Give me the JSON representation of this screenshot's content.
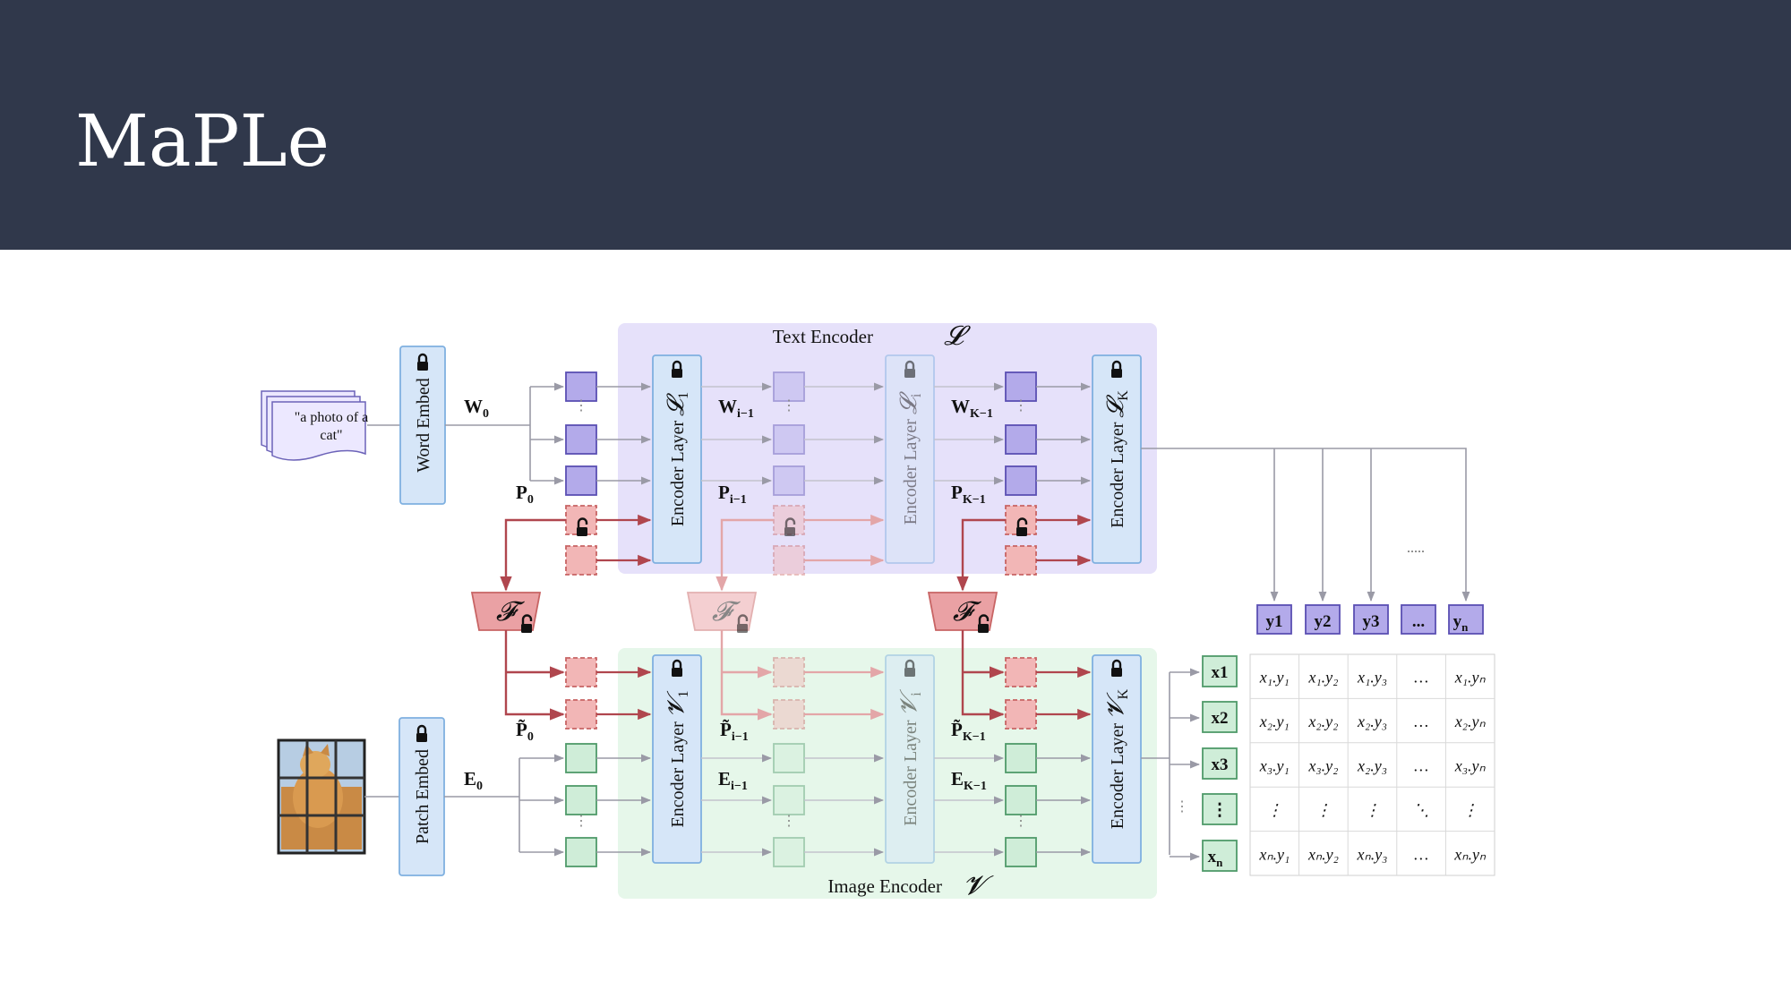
{
  "slide": {
    "title": "MaPLe"
  },
  "diagram": {
    "text_encoder_label": "Text Encoder",
    "text_encoder_symbol": "𝓛",
    "image_encoder_label": "Image Encoder",
    "image_encoder_symbol": "𝓥",
    "input_text": [
      "\"a photo of a",
      "cat\""
    ],
    "word_embed": "Word Embed",
    "patch_embed": "Patch Embed",
    "coupling_symbol": "𝓕",
    "text_layers": [
      {
        "label": "Encoder Layer ",
        "sym": "𝓛",
        "sub": "1"
      },
      {
        "label": "Encoder Layer ",
        "sym": "𝓛",
        "sub": "i"
      },
      {
        "label": "Encoder Layer ",
        "sym": "𝓛",
        "sub": "K"
      }
    ],
    "image_layers": [
      {
        "label": "Encoder Layer ",
        "sym": "𝓥",
        "sub": "1"
      },
      {
        "label": "Encoder Layer ",
        "sym": "𝓥",
        "sub": "i"
      },
      {
        "label": "Encoder Layer ",
        "sym": "𝓥",
        "sub": "K"
      }
    ],
    "text_token_labels": [
      {
        "base": "W",
        "sub": "0"
      },
      {
        "base": "W",
        "sub": "i−1"
      },
      {
        "base": "W",
        "sub": "K−1"
      }
    ],
    "text_prompt_labels": [
      {
        "base": "P",
        "sub": "0"
      },
      {
        "base": "P",
        "sub": "i−1"
      },
      {
        "base": "P",
        "sub": "K−1"
      }
    ],
    "image_prompt_labels": [
      {
        "base": "P̃",
        "sub": "0"
      },
      {
        "base": "P̃",
        "sub": "i−1"
      },
      {
        "base": "P̃",
        "sub": "K−1"
      }
    ],
    "image_token_labels": [
      {
        "base": "E",
        "sub": "0"
      },
      {
        "base": "E",
        "sub": "i−1"
      },
      {
        "base": "E",
        "sub": "K−1"
      }
    ],
    "text_outputs": [
      "y1",
      "y2",
      "y3",
      "...",
      "yn"
    ],
    "text_outputs_display": [
      {
        "base": "y1",
        "sub": ""
      },
      {
        "base": "y2",
        "sub": ""
      },
      {
        "base": "y3",
        "sub": ""
      },
      {
        "base": "...",
        "sub": ""
      },
      {
        "base": "y",
        "sub": "n"
      }
    ],
    "image_outputs": [
      {
        "base": "x1",
        "sub": ""
      },
      {
        "base": "x2",
        "sub": ""
      },
      {
        "base": "x3",
        "sub": ""
      },
      {
        "base": "⋮",
        "sub": ""
      },
      {
        "base": "x",
        "sub": "n"
      }
    ],
    "dots_h": ".....",
    "similarity_matrix": [
      [
        "x₁.y₁",
        "x₁.y₂",
        "x₁.y₃",
        "…",
        "x₁.yₙ"
      ],
      [
        "x₂.y₁",
        "x₂.y₂",
        "x₂.y₃",
        "…",
        "x₂.yₙ"
      ],
      [
        "x₃.y₁",
        "x₃.y₂",
        "x₂.y₃",
        "…",
        "x₃.yₙ"
      ],
      [
        "⋮",
        "⋮",
        "⋮",
        "⋱",
        "⋮"
      ],
      [
        "xₙ.y₁",
        "xₙ.y₂",
        "xₙ.y₃",
        "…",
        "xₙ.yₙ"
      ]
    ],
    "colors": {
      "header_bg": "#30384b",
      "text_encoder_bg": "#e6e1fa",
      "image_encoder_bg": "#e6f7ea",
      "layer_box": "#d6e6f8",
      "layer_border": "#7fb0e0",
      "purple_token": "#b3aaea",
      "purple_border": "#5a4fb3",
      "green_token": "#cfedd8",
      "green_border": "#4f9a6a",
      "prompt_fill": "#f2b6b6",
      "prompt_border": "#c86464",
      "red_arrow": "#b0464e",
      "gray_arrow": "#9a9aa6"
    }
  }
}
